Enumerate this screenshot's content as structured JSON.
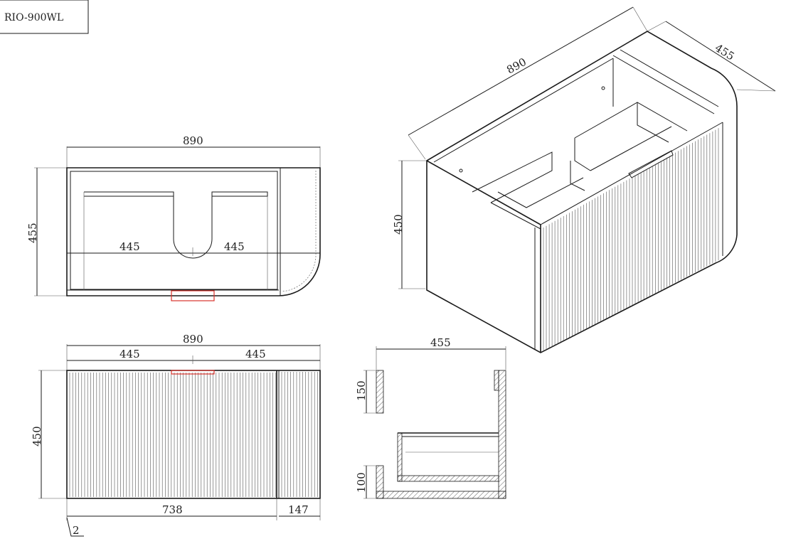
{
  "model_label": "RIO-900WL",
  "top_view": {
    "width": "890",
    "depth": "455",
    "left_half": "445",
    "right_half": "445"
  },
  "front_view": {
    "width": "890",
    "left_half": "445",
    "right_half": "445",
    "height": "450",
    "door_width": "738",
    "side_width": "147",
    "gap": "2"
  },
  "section_view": {
    "depth": "455",
    "top_rail": "150",
    "bottom_rail": "100"
  },
  "iso_view": {
    "width": "890",
    "depth": "455",
    "height": "450"
  },
  "colors": {
    "handle": "#d9322b",
    "line": "#1a1a1a"
  }
}
